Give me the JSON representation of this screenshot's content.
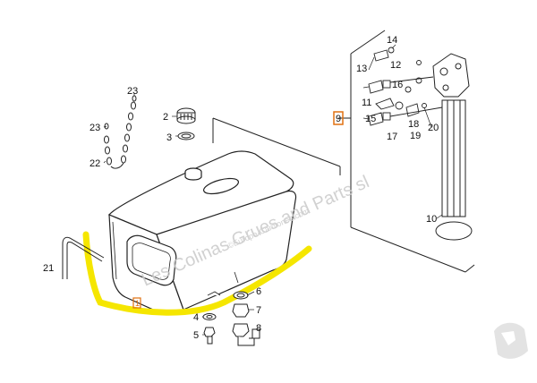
{
  "callouts": {
    "n1": "1",
    "n2": "2",
    "n3": "3",
    "n4": "4",
    "n5": "5",
    "n6": "6",
    "n7": "7",
    "n8": "8",
    "n9": "9",
    "n10": "10",
    "n11": "11",
    "n12": "12",
    "n13": "13",
    "n14": "14",
    "n15": "15",
    "n16": "16",
    "n17": "17",
    "n18": "18",
    "n19": "19",
    "n20": "20",
    "n21": "21",
    "n22": "22",
    "n23a": "23",
    "n23b": "23"
  },
  "watermark": {
    "main": "Les Colinas Grues and Parts sl",
    "sub": "©Europa-Camiones.com"
  },
  "colors": {
    "highlight": "#f5e600",
    "callout_box": "#e07010",
    "line": "#222222"
  }
}
